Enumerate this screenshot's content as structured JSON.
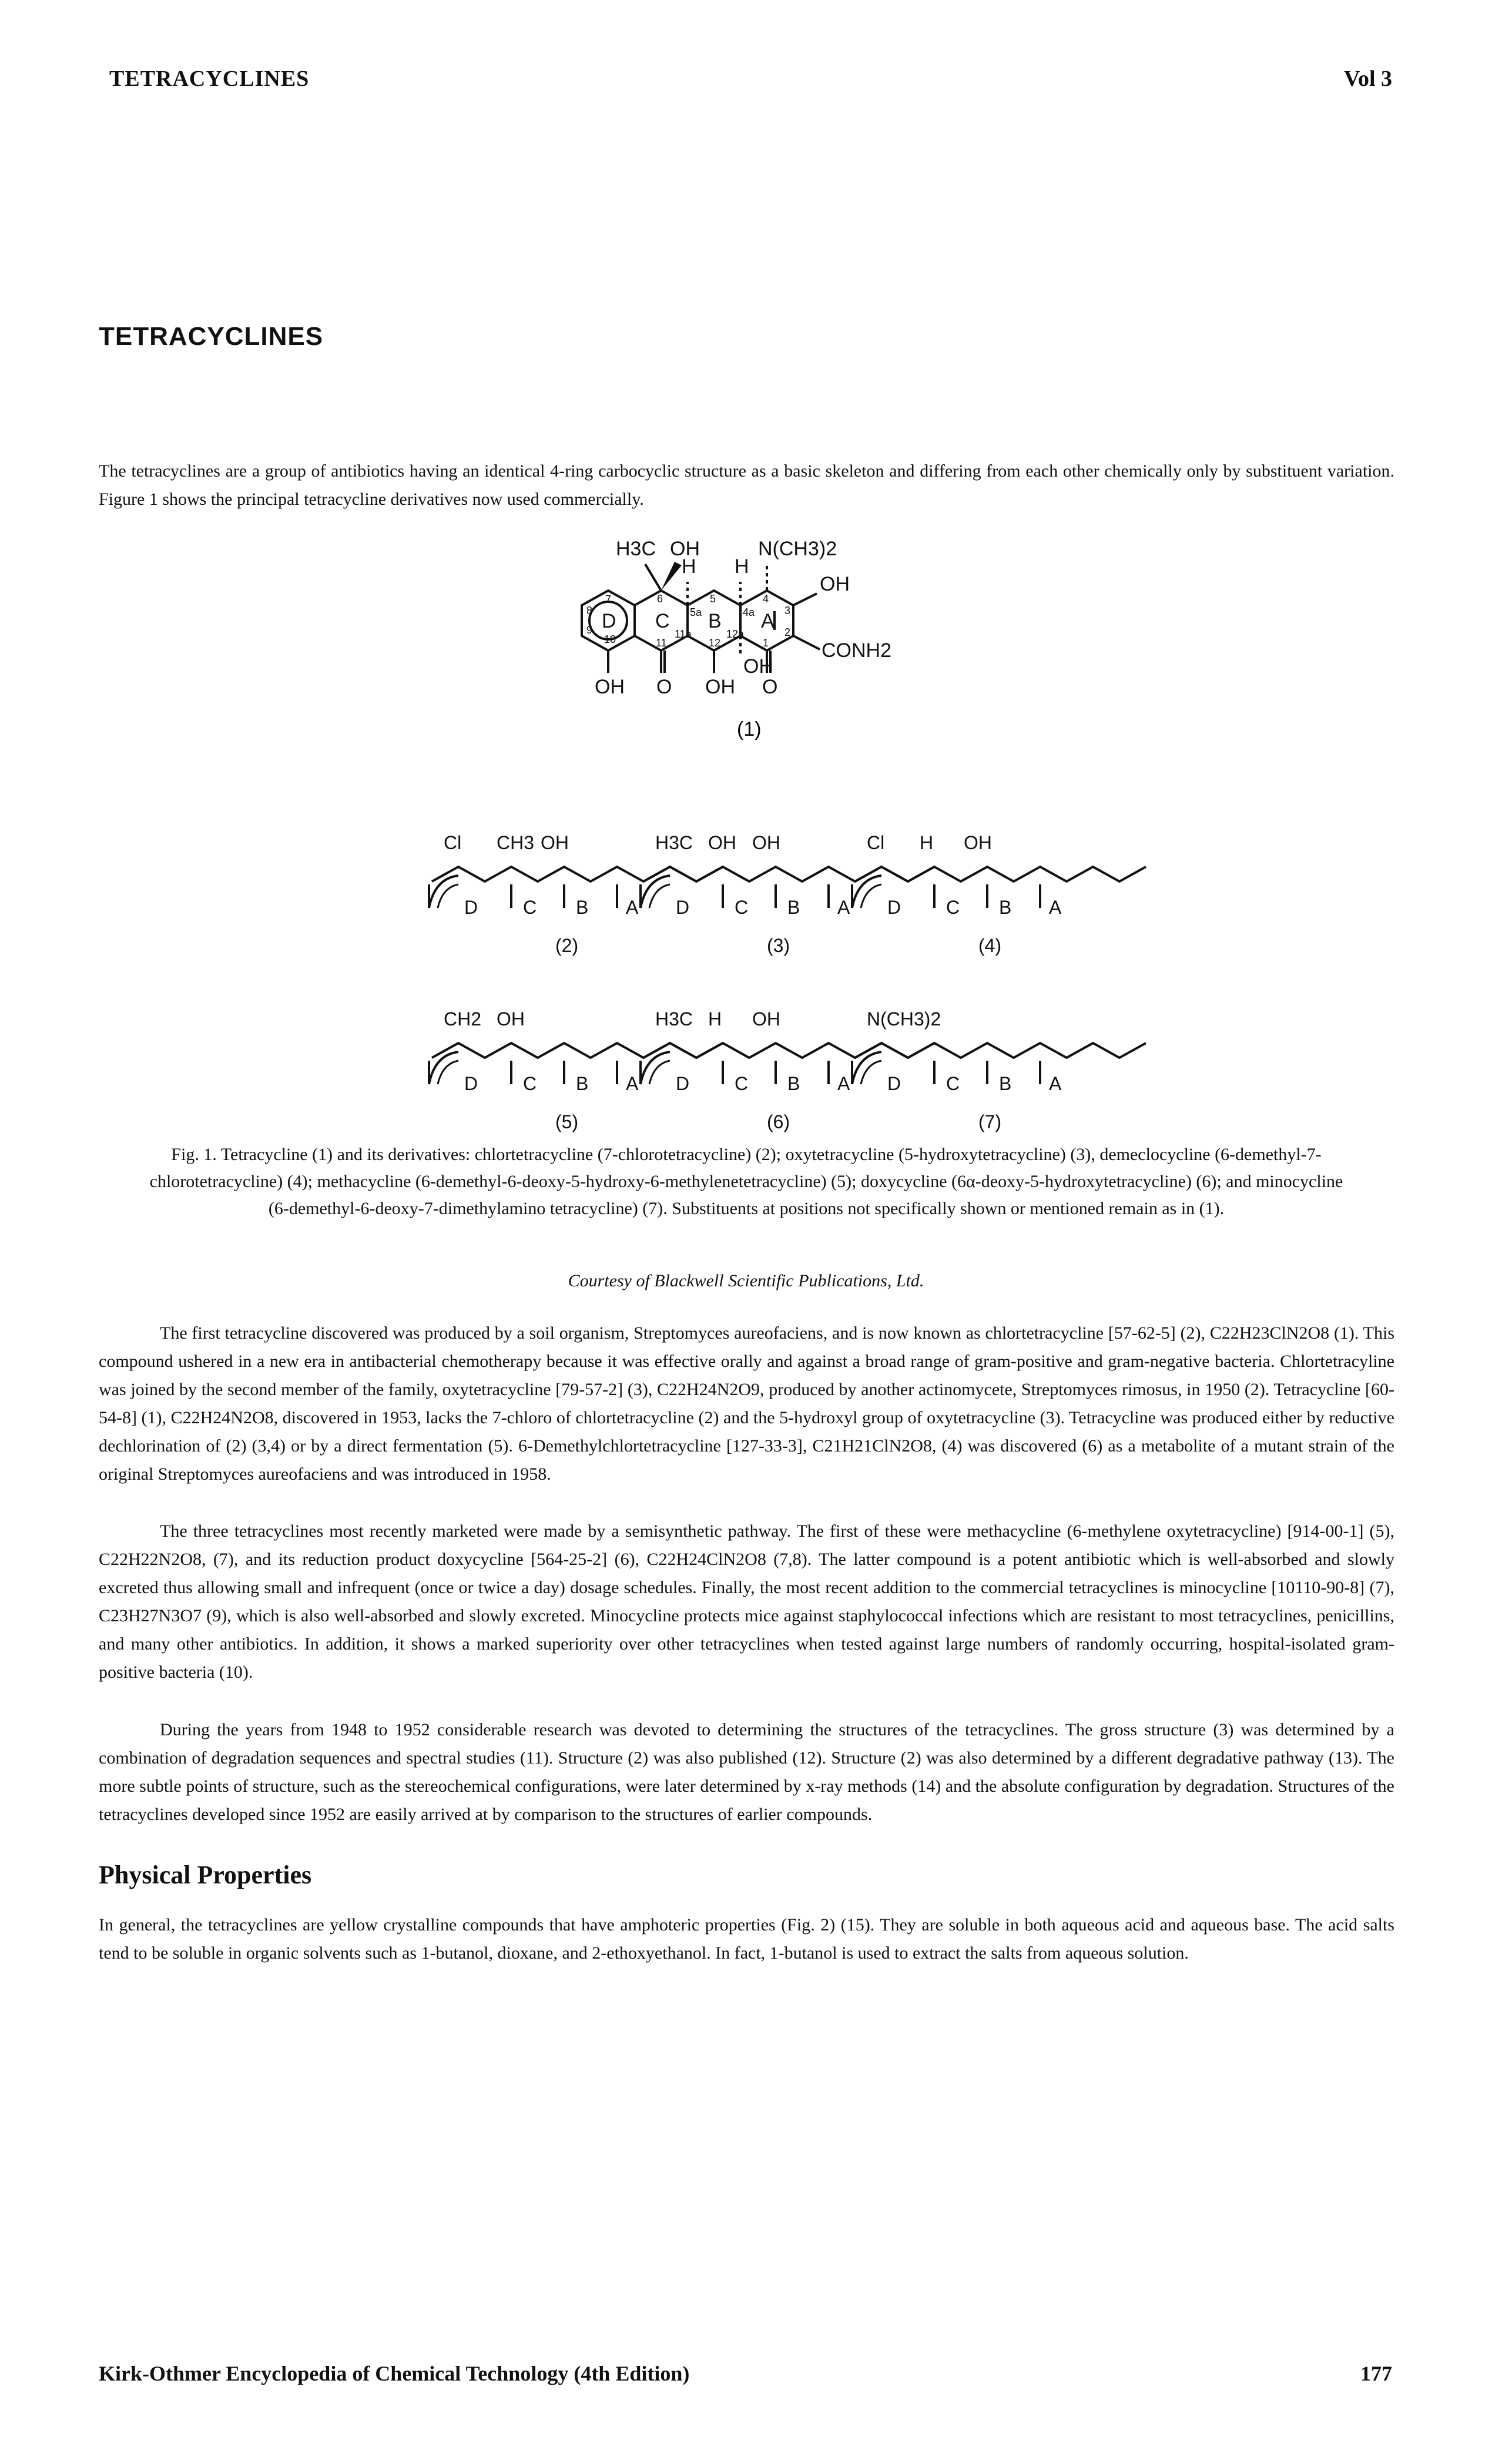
{
  "header": {
    "title": "TETRACYCLINES",
    "volume": "Vol 3"
  },
  "article_title": "TETRACYCLINES",
  "intro": "The tetracyclines are a group of antibiotics having an identical 4-ring carbocyclic structure as a basic skeleton and differing from each other chemically only by substituent variation. Figure 1 shows the principal tetracycline derivatives now used commercially.",
  "figure": {
    "main": {
      "h3c": "H3C",
      "oh6": "OH",
      "h5a": "H",
      "h4a": "H",
      "nme2": "N(CH3)2",
      "oh3": "OH",
      "conh2": "CONH2",
      "oh12a": "OH",
      "oh10": "OH",
      "o11": "O",
      "oh12": "OH",
      "o1": "O",
      "ring_d": "D",
      "ring_c": "C",
      "ring_b": "B",
      "ring_a": "A",
      "n6": "6",
      "n5": "5",
      "n4": "4",
      "n3": "3",
      "n2": "2",
      "n1": "1",
      "n5a": "5a",
      "n4a": "4a",
      "n12a": "12a",
      "n11a": "11a",
      "n7": "7",
      "n8": "8",
      "n9": "9",
      "n10": "10",
      "n11": "11",
      "n12": "12",
      "label": "(1)"
    },
    "derivatives": [
      {
        "label": "(2)",
        "s1": "Cl",
        "s2": "CH3",
        "s3": "OH"
      },
      {
        "label": "(3)",
        "s1": "H3C",
        "s2": "OH",
        "s3": "OH"
      },
      {
        "label": "(4)",
        "s1": "Cl",
        "s2": "H",
        "s3": "OH"
      },
      {
        "label": "(5)",
        "s1": "CH2",
        "s2": "OH"
      },
      {
        "label": "(6)",
        "s1": "H3C",
        "s2": "H",
        "s3": "OH"
      },
      {
        "label": "(7)",
        "s1": "N(CH3)2"
      }
    ],
    "ring_letters": [
      "D",
      "C",
      "B",
      "A"
    ]
  },
  "caption": "Fig. 1. Tetracycline (1) and its derivatives: chlortetracycline (7-chlorotetracycline) (2); oxytetracycline (5-hydroxytetracycline) (3), demeclocycline (6-demethyl-7-chlorotetracycline) (4); methacycline (6-demethyl-6-deoxy-5-hydroxy-6-methylenetetracycline) (5); doxycycline (6α-deoxy-5-hydroxytetracycline) (6); and minocycline (6-demethyl-6-deoxy-7-dimethylamino tetracycline) (7). Substituents at positions not specifically shown or mentioned remain as in (1).",
  "courtesy": "Courtesy of Blackwell Scientific Publications, Ltd.",
  "p1": "The first tetracycline discovered was produced by a soil organism, Streptomyces aureofaciens, and is now known as chlortetracycline [57-62-5] (2), C22H23ClN2O8 (1). This compound ushered in a new era in antibacterial chemotherapy because it was effective orally and against a broad range of gram-positive and gram-negative bacteria. Chlortetracyline was joined by the second member of the family, oxytetracycline [79-57-2] (3), C22H24N2O9, produced by another actinomycete, Streptomyces rimosus, in 1950 (2). Tetracycline [60-54-8] (1), C22H24N2O8, discovered in 1953, lacks the 7-chloro of chlortetracycline (2) and the 5-hydroxyl group of oxytetracycline (3). Tetracycline was produced either by reductive dechlorination of (2) (3,4) or by a direct fermentation (5). 6-Demethylchlortetracycline [127-33-3], C21H21ClN2O8, (4) was discovered (6) as a metabolite of a mutant strain of the original Streptomyces aureofaciens and was introduced in 1958.",
  "p2": "The three tetracyclines most recently marketed were made by a semisynthetic pathway. The first of these were methacycline (6-methylene oxytetracycline) [914-00-1] (5), C22H22N2O8, (7), and its reduction product doxycycline [564-25-2] (6), C22H24ClN2O8 (7,8). The latter compound is a potent antibiotic which is well-absorbed and slowly excreted thus allowing small and infrequent (once or twice a day) dosage schedules. Finally, the most recent addition to the commercial tetracyclines is minocycline [10110-90-8] (7), C23H27N3O7 (9), which is also well-absorbed and slowly excreted. Minocycline protects mice against staphylococcal infections which are resistant to most tetracyclines, penicillins, and many other antibiotics. In addition, it shows a marked superiority over other tetracyclines when tested against large numbers of randomly occurring, hospital-isolated gram-positive bacteria (10).",
  "p3": "During the years from 1948 to 1952 considerable research was devoted to determining the structures of the tetracyclines. The gross structure (3) was determined by a combination of degradation sequences and spectral studies (11). Structure (2) was also published (12). Structure (2) was also determined by a different degradative pathway (13). The more subtle points of structure, such as the stereochemical configurations, were later determined by x-ray methods (14) and the absolute configuration by degradation. Structures of the tetracyclines developed since 1952 are easily arrived at by comparison to the structures of earlier compounds.",
  "section_title": "Physical Properties",
  "p4": "In general, the tetracyclines are yellow crystalline compounds that have amphoteric properties (Fig. 2) (15). They are soluble in both aqueous acid and aqueous base. The acid salts tend to be soluble in organic solvents such as 1-butanol, dioxane, and 2-ethoxyethanol. In fact, 1-butanol is used to extract the salts from aqueous solution.",
  "footer": {
    "source": "Kirk-Othmer Encyclopedia of Chemical Technology (4th Edition)",
    "page": "177"
  }
}
